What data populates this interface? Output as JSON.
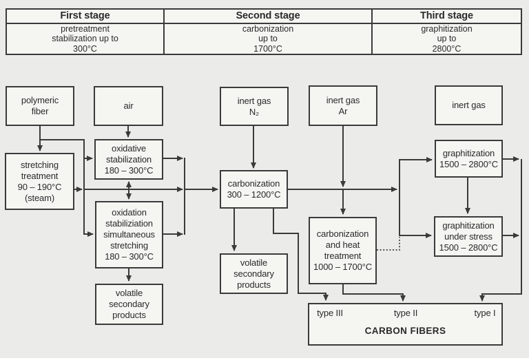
{
  "colors": {
    "line": "#3a3a3a",
    "background": "#ebebe9",
    "box_fill": "#f5f5f2",
    "text": "#2a2a2a"
  },
  "stage_table": {
    "columns": [
      {
        "header": "First stage",
        "detail": "pretreatment\nstabilization up to\n300°C"
      },
      {
        "header": "Second stage",
        "detail": "carbonization\nup to\n1700°C"
      },
      {
        "header": "Third stage",
        "detail": "graphitization\nup to\n2800°C"
      }
    ]
  },
  "boxes": {
    "polymeric_fiber": "polymeric\nfiber",
    "air": "air",
    "inert_gas_n2": "inert gas\nN₂",
    "inert_gas_ar": "inert gas\nAr",
    "inert_gas": "inert gas",
    "stretching_treatment": "stretching\ntreatment\n90 – 190°C\n(steam)",
    "oxidative_stabilization": "oxidative\nstabilization\n180 – 300°C",
    "oxidation_stabilization_stretching": "oxidation\nstabiliziation\nsimultaneous\nstretching\n180 – 300°C",
    "volatile_secondary_products_left": "volatile\nsecondary\nproducts",
    "carbonization": "carbonization\n300 – 1200°C",
    "volatile_secondary_products_middle": "volatile\nsecondary\nproducts",
    "carbonization_heat_treatment": "carbonization\nand heat\ntreatment\n1000 – 1700°C",
    "graphitization": "graphitization\n1500 – 2800°C",
    "graphitization_under_stress": "graphitization\nunder stress\n1500 – 2800°C"
  },
  "carbon_fibers": {
    "type_iii": "type III",
    "type_ii": "type II",
    "type_i": "type I",
    "title": "CARBON FIBERS"
  }
}
